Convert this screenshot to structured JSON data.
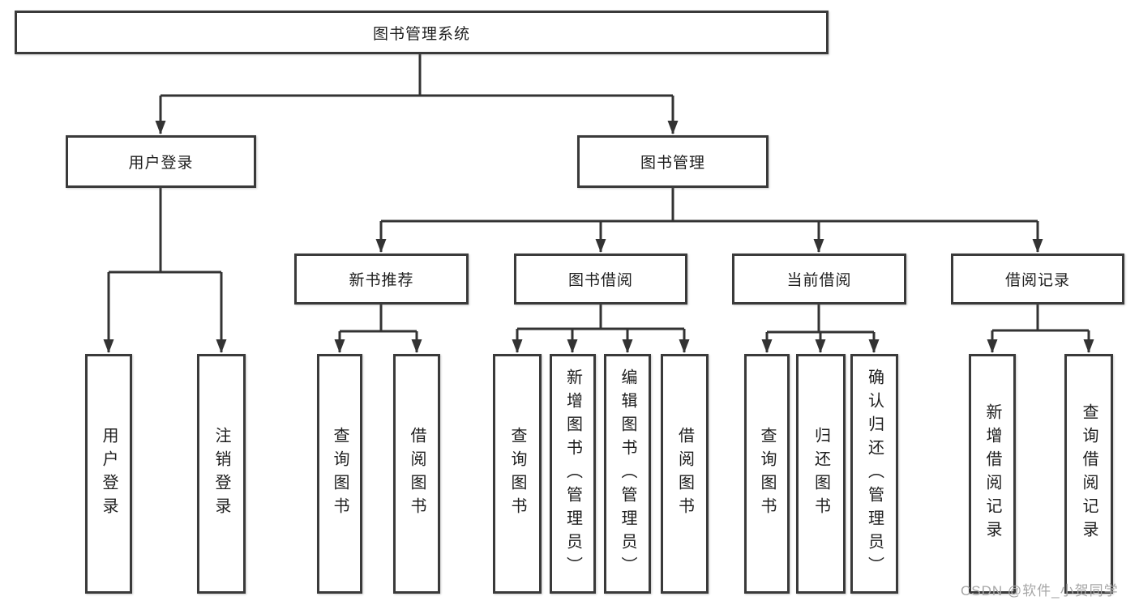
{
  "diagram": {
    "root": "图书管理系统",
    "level2": {
      "user_login": "用户登录",
      "book_management": "图书管理"
    },
    "user_login_leaves": [
      "用户登录",
      "注销登录"
    ],
    "level3": [
      "新书推荐",
      "图书借阅",
      "当前借阅",
      "借阅记录"
    ],
    "new_book_leaves": [
      "查询图书",
      "借阅图书"
    ],
    "book_borrow_leaves": [
      "查询图书",
      "新增图书（管理员）",
      "编辑图书（管理员）",
      "借阅图书"
    ],
    "current_borrow_leaves": [
      "查询图书",
      "归还图书",
      "确认归还（管理员）"
    ],
    "borrow_record_leaves": [
      "新增借阅记录",
      "查询借阅记录"
    ]
  },
  "watermark": "CSDN @软件_小贺同学",
  "colors": {
    "line": "#333333",
    "box_border": "#3a3a3a",
    "text": "#1e1e1e",
    "watermark": "#a6a6a6",
    "background": "#ffffff"
  }
}
